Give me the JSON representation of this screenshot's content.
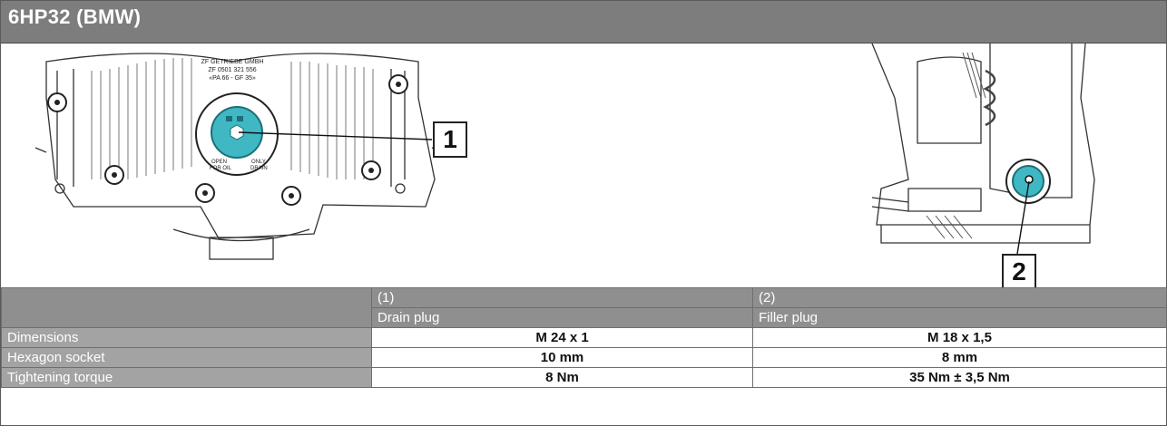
{
  "title": "6HP32 (BMW)",
  "figure": {
    "left_view_text": [
      "ZF GETRIEBE GMBH",
      "ZF 0501 321 556",
      "«PA 66 - GF 35»"
    ],
    "plug_markings": [
      "OPEN",
      "FOR OIL",
      "ONLY",
      "DRAIN"
    ],
    "callouts": [
      "1",
      "2"
    ],
    "accent_color": "#3fb8c4"
  },
  "table": {
    "columns": [
      {
        "ref": "(1)",
        "name": "Drain plug"
      },
      {
        "ref": "(2)",
        "name": "Filler plug"
      }
    ],
    "rows": [
      {
        "label": "Dimensions",
        "values": [
          "M 24 x 1",
          "M 18 x 1,5"
        ]
      },
      {
        "label": "Hexagon socket",
        "values": [
          "10 mm",
          "8 mm"
        ]
      },
      {
        "label": "Tightening torque",
        "values": [
          "8 Nm",
          "35 Nm ± 3,5 Nm"
        ]
      }
    ]
  }
}
